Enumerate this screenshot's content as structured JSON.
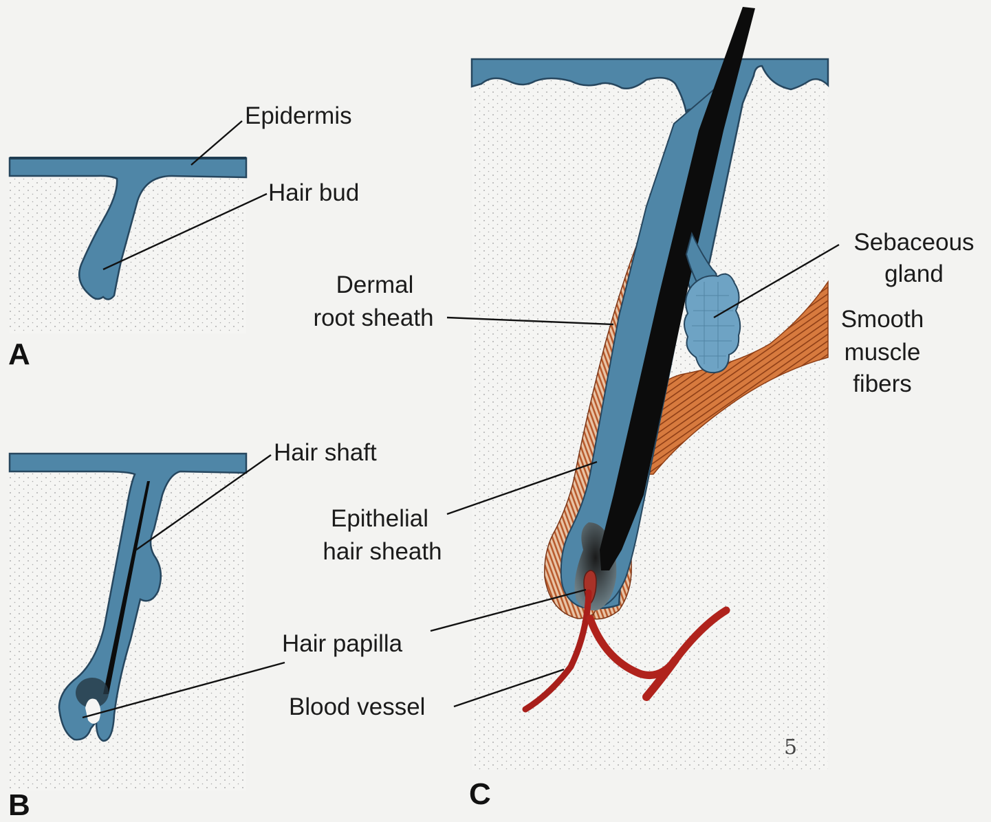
{
  "panels": {
    "a": "A",
    "b": "B",
    "c": "C"
  },
  "labels": {
    "epidermis": "Epidermis",
    "hair_bud": "Hair bud",
    "hair_shaft": "Hair shaft",
    "dermal_root_sheath_line1": "Dermal",
    "dermal_root_sheath_line2": "root sheath",
    "sebaceous_gland_line1": "Sebaceous",
    "sebaceous_gland_line2": "gland",
    "smooth_muscle_line1": "Smooth",
    "smooth_muscle_line2": "muscle",
    "smooth_muscle_line3": "fibers",
    "epithelial_hair_sheath_line1": "Epithelial",
    "epithelial_hair_sheath_line2": "hair sheath",
    "hair_papilla": "Hair papilla",
    "blood_vessel": "Blood vessel"
  },
  "signature": "5",
  "colors": {
    "background": "#f3f3f1",
    "dermis": "#f4f4f2",
    "epithelium": "#4f86a7",
    "epithelium_outline": "#26465e",
    "hair": "#0c0c0c",
    "dermal_sheath": "#c4693a",
    "muscle": "#d2743a",
    "blood_vessel": "#a81f1a",
    "sebaceous": "#6ea3c4"
  }
}
